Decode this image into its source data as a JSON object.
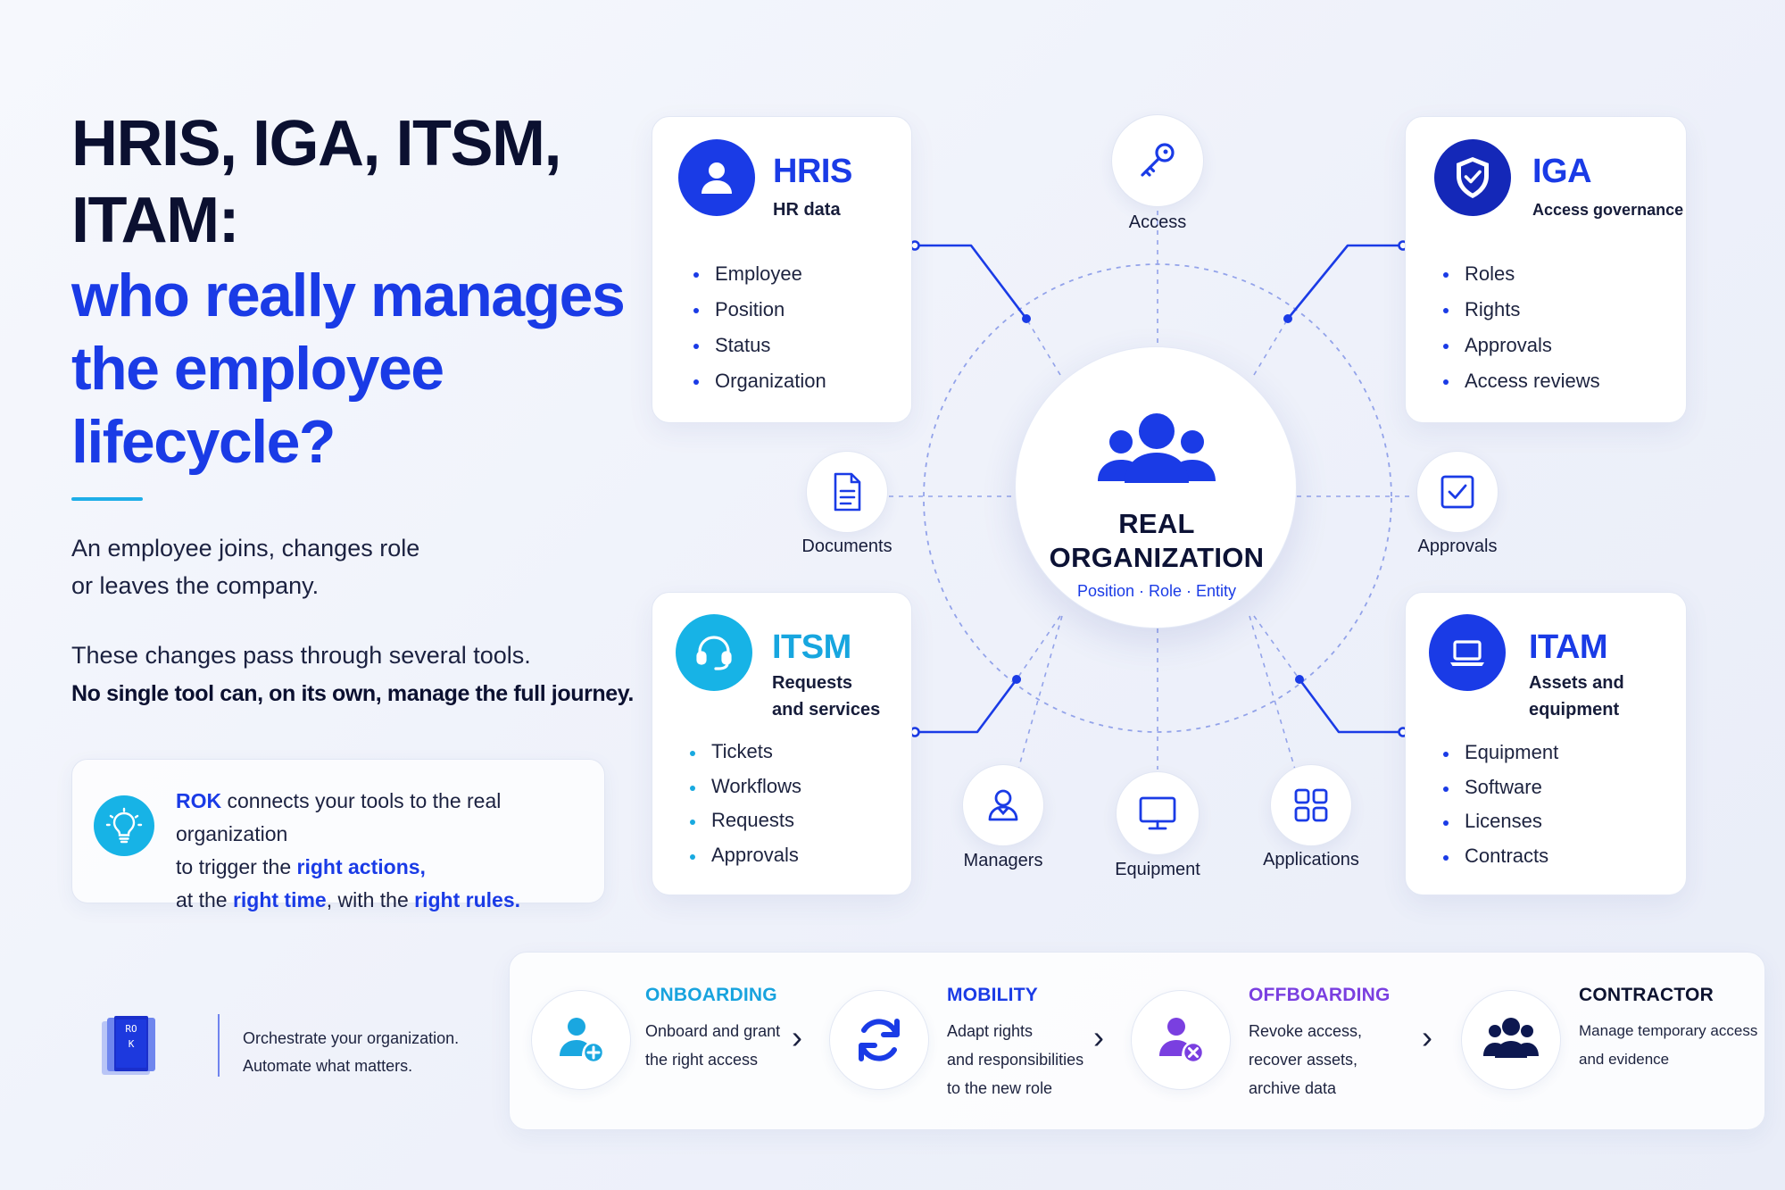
{
  "title": {
    "line1": "HRIS, IGA, ITSM,",
    "line2": "ITAM:",
    "blue1": "who really manages",
    "blue2": "the employee",
    "blue3": "lifecycle?"
  },
  "intro": {
    "line1": "An employee joins, changes role",
    "line2": "or leaves the company.",
    "tools": "These changes pass through several tools.",
    "strong": "No single tool can, on its own, manage the full journey."
  },
  "rok": {
    "brand": "ROK",
    "p1": " connects your tools to the real organization",
    "p2": "to trigger the ",
    "actions": "right actions,",
    "p3": "at the ",
    "time": "right time",
    "p4": ", with the ",
    "rules": "right rules."
  },
  "cards": {
    "hris": {
      "title": "HRIS",
      "sub": "HR data",
      "items": [
        "Employee",
        "Position",
        "Status",
        "Organization"
      ]
    },
    "iga": {
      "title": "IGA",
      "sub": "Access governance",
      "items": [
        "Roles",
        "Rights",
        "Approvals",
        "Access reviews"
      ]
    },
    "itsm": {
      "title": "ITSM",
      "sub1": "Requests",
      "sub2": "and services",
      "items": [
        "Tickets",
        "Workflows",
        "Requests",
        "Approvals"
      ]
    },
    "itam": {
      "title": "ITAM",
      "sub1": "Assets and",
      "sub2": "equipment",
      "items": [
        "Equipment",
        "Software",
        "Licenses",
        "Contracts"
      ]
    }
  },
  "center": {
    "line1": "REAL",
    "line2": "ORGANIZATION",
    "sub": "Position · Role · Entity"
  },
  "nodes": {
    "access": "Access",
    "documents": "Documents",
    "approvals": "Approvals",
    "managers": "Managers",
    "equipment": "Equipment",
    "applications": "Applications"
  },
  "stages": {
    "onboarding": {
      "title": "ONBOARDING",
      "d1": "Onboard and grant",
      "d2": "the right access"
    },
    "mobility": {
      "title": "MOBILITY",
      "d1": "Adapt rights",
      "d2": "and responsibilities",
      "d3": "to the new role"
    },
    "offboarding": {
      "title": "OFFBOARDING",
      "d1": "Revoke access,",
      "d2": "recover assets,",
      "d3": "archive data"
    },
    "contractor": {
      "title": "CONTRACTOR",
      "d1": "Manage temporary access",
      "d2": "and evidence"
    }
  },
  "logo": {
    "mark": "ROK",
    "tag1": "Orchestrate your organization.",
    "tag2": "Automate what matters."
  },
  "colors": {
    "primary_blue": "#1a3be6",
    "cyan": "#17b3e6",
    "navy": "#0b1030",
    "purple": "#7a3fe0"
  }
}
